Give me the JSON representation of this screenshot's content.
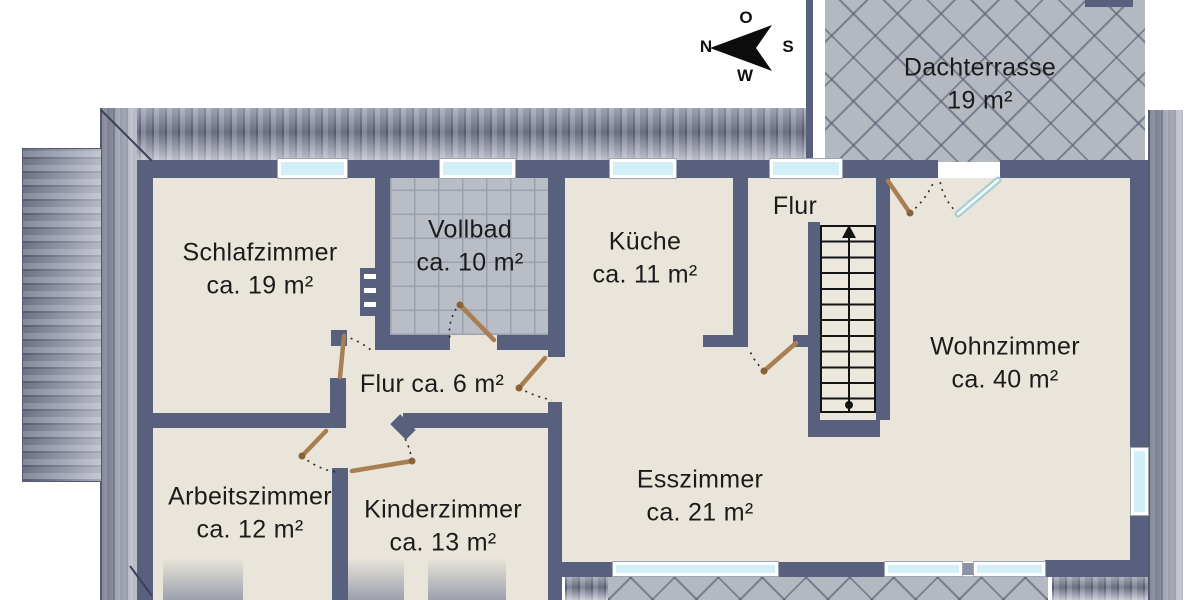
{
  "compass": {
    "top": "O",
    "left": "N",
    "right": "S",
    "bottom": "W"
  },
  "rooms": {
    "dachterrasse": {
      "name": "Dachterrasse",
      "area": "19 m²"
    },
    "schlafzimmer": {
      "name": "Schlafzimmer",
      "area": "ca. 19 m²"
    },
    "vollbad": {
      "name": "Vollbad",
      "area": "ca. 10 m²"
    },
    "kueche": {
      "name": "Küche",
      "area": "ca. 11 m²"
    },
    "flur_top": {
      "name": "Flur"
    },
    "flur_mitte": {
      "name": "Flur ca. 6 m²"
    },
    "wohnzimmer": {
      "name": "Wohnzimmer",
      "area": "ca. 40 m²"
    },
    "esszimmer": {
      "name": "Esszimmer",
      "area": "ca. 21 m²"
    },
    "arbeitszimmer": {
      "name": "Arbeitszimmer",
      "area": "ca. 12 m²"
    },
    "kinderzimmer": {
      "name": "Kinderzimmer",
      "area": "ca. 13 m²"
    }
  },
  "colors": {
    "wall": "#59607e",
    "floor": "#e9e5da",
    "roof": "#858a9e",
    "bath_tile": "#b9bdc6",
    "terrace_tile": "#b4b8c1",
    "window": "#d2eff8",
    "door_leaf": "#a87e52",
    "text": "#1b1b1b"
  }
}
